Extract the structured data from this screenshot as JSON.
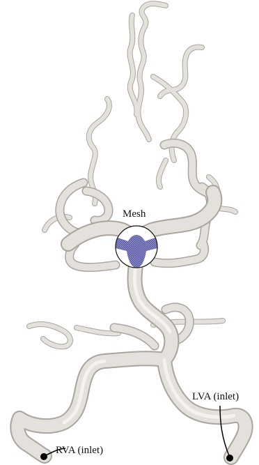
{
  "labels": {
    "mesh": "Mesh",
    "lva": "LVA (inlet)",
    "rva": "RVA (inlet)"
  },
  "colors": {
    "vessel_fill": "#e4e1dc",
    "vessel_shadow": "#a9a49c",
    "vessel_highlight": "#f6f4f1",
    "mesh_fill": "#8888c4",
    "mesh_grid": "#4a4a96",
    "leader_line": "#000000"
  }
}
